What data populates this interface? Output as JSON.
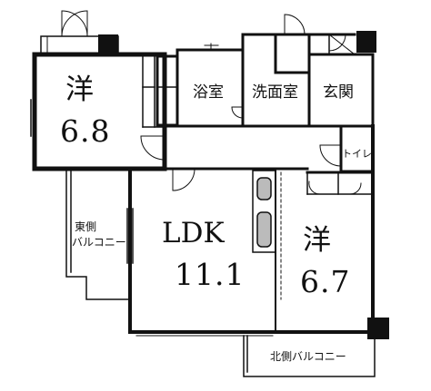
{
  "rooms": {
    "west_room": {
      "type_label": "洋",
      "size": "6.8"
    },
    "bath": {
      "label": "浴室"
    },
    "washroom": {
      "label": "洗面室"
    },
    "entrance": {
      "label": "玄関"
    },
    "toilet": {
      "label": "トイレ"
    },
    "ldk": {
      "label": "LDK",
      "size": "11.1"
    },
    "east_room": {
      "type_label": "洋",
      "size": "6.7"
    }
  },
  "balconies": {
    "east": {
      "line1": "東側",
      "line2": "バルコニー"
    },
    "north": {
      "label": "北側バルコニー"
    }
  }
}
